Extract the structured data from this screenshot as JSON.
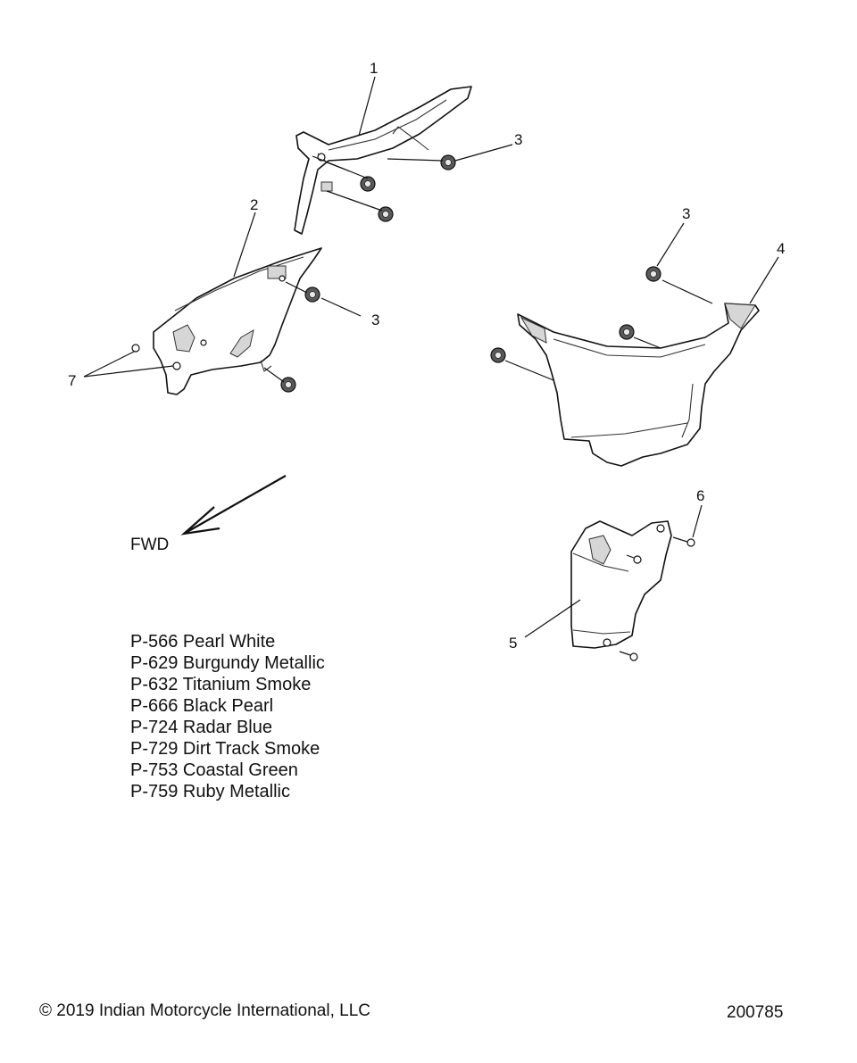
{
  "callouts": {
    "c1": "1",
    "c2": "2",
    "c3a": "3",
    "c3b": "3",
    "c3c": "3",
    "c4": "4",
    "c5": "5",
    "c6": "6",
    "c7": "7"
  },
  "direction_label": "FWD",
  "paint_codes": [
    "P-566 Pearl White",
    "P-629 Burgundy Metallic",
    "P-632 Titanium Smoke",
    "P-666 Black Pearl",
    "P-724 Radar Blue",
    "P-729 Dirt Track Smoke",
    "P-753 Coastal Green",
    "P-759 Ruby Metallic"
  ],
  "copyright": "© 2019 Indian Motorcycle International, LLC",
  "document_number": "200785"
}
